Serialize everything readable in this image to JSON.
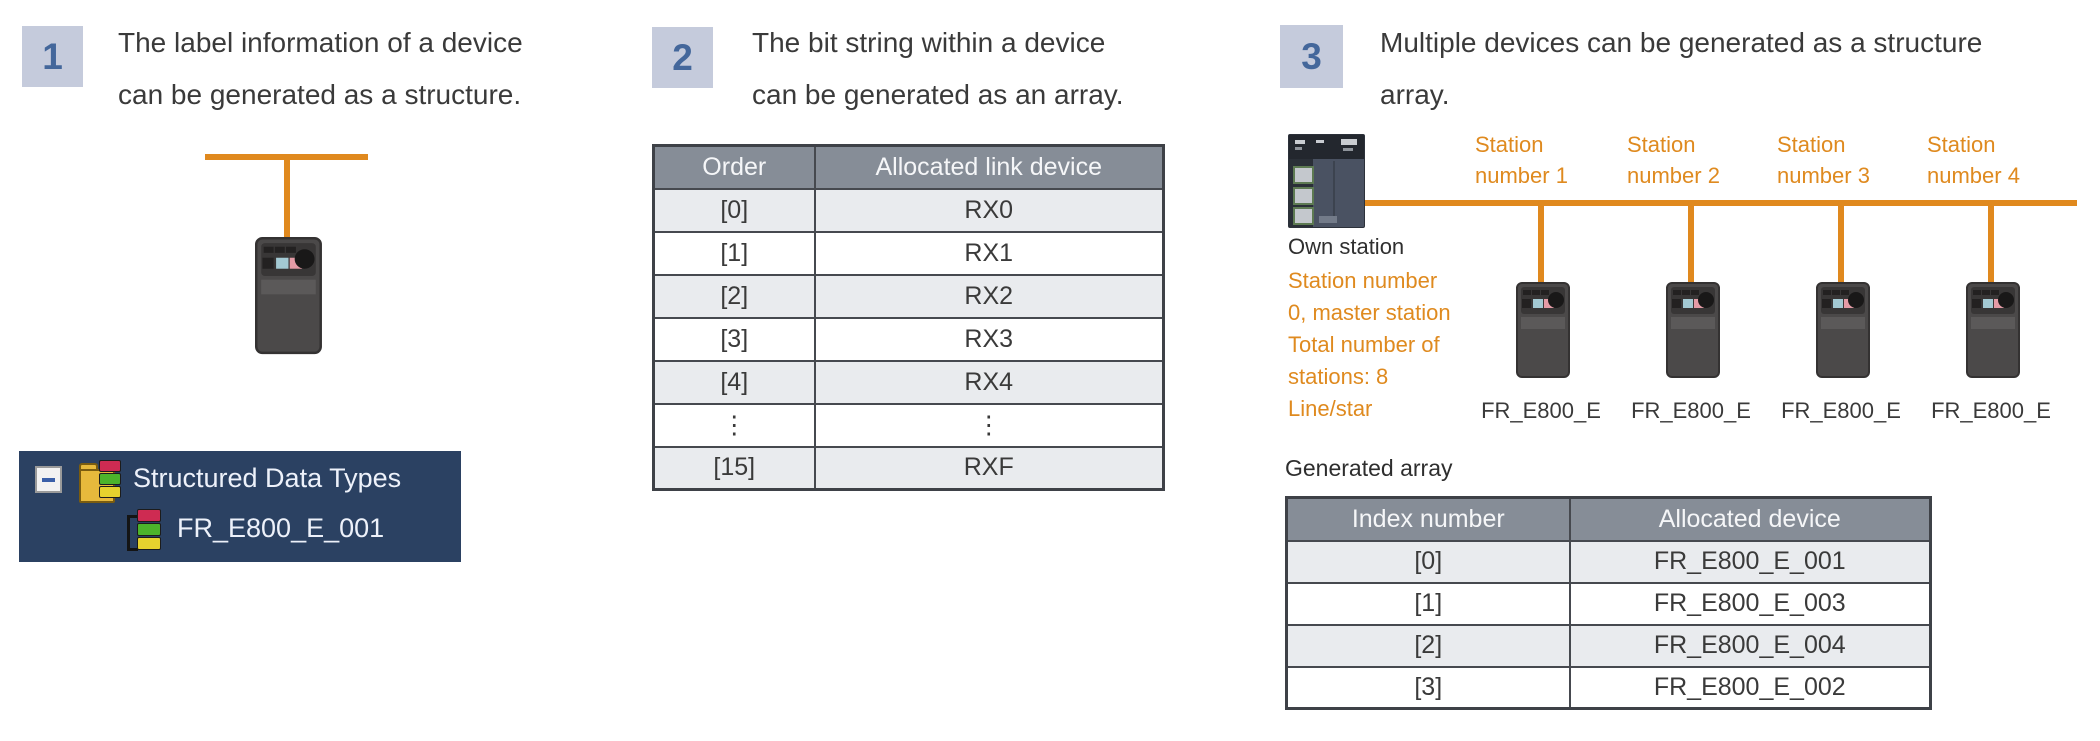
{
  "colors": {
    "accent_orange": "#e0891e",
    "badge_bg": "#c5cbdc",
    "badge_number": "#44679b",
    "table_header_bg": "#868d97",
    "table_row_alt": "#e9ebee",
    "tree_bg": "#2b4162",
    "body_text": "#3a3a3a"
  },
  "sections": [
    {
      "number": "1",
      "text_line1": "The label information of a device",
      "text_line2": "can be generated as a structure."
    },
    {
      "number": "2",
      "text_line1": "The bit string within a device",
      "text_line2": "can be generated as an array."
    },
    {
      "number": "3",
      "text_line1": "Multiple devices can be generated as a structure",
      "text_line2": "array."
    }
  ],
  "tree": {
    "collapse_glyph": "−",
    "root_label": "Structured Data Types",
    "child_label": "FR_E800_E_001"
  },
  "bit_table": {
    "headers": [
      "Order",
      "Allocated link device"
    ],
    "rows": [
      [
        "[0]",
        "RX0"
      ],
      [
        "[1]",
        "RX1"
      ],
      [
        "[2]",
        "RX2"
      ],
      [
        "[3]",
        "RX3"
      ],
      [
        "[4]",
        "RX4"
      ],
      [
        "⋮",
        "⋮"
      ],
      [
        "[15]",
        "RXF"
      ]
    ]
  },
  "network": {
    "own_station_label": "Own station",
    "master_info_lines": [
      "Station number",
      "0, master station",
      "Total number of",
      "stations: 8",
      "Line/star"
    ],
    "stations": [
      {
        "line1": "Station",
        "line2": "number 1",
        "device_label": "FR_E800_E"
      },
      {
        "line1": "Station",
        "line2": "number 2",
        "device_label": "FR_E800_E"
      },
      {
        "line1": "Station",
        "line2": "number 3",
        "device_label": "FR_E800_E"
      },
      {
        "line1": "Station",
        "line2": "number 4",
        "device_label": "FR_E800_E"
      }
    ]
  },
  "generated_array": {
    "title": "Generated array",
    "headers": [
      "Index number",
      "Allocated device"
    ],
    "rows": [
      [
        "[0]",
        "FR_E800_E_001"
      ],
      [
        "[1]",
        "FR_E800_E_003"
      ],
      [
        "[2]",
        "FR_E800_E_004"
      ],
      [
        "[3]",
        "FR_E800_E_002"
      ]
    ]
  }
}
